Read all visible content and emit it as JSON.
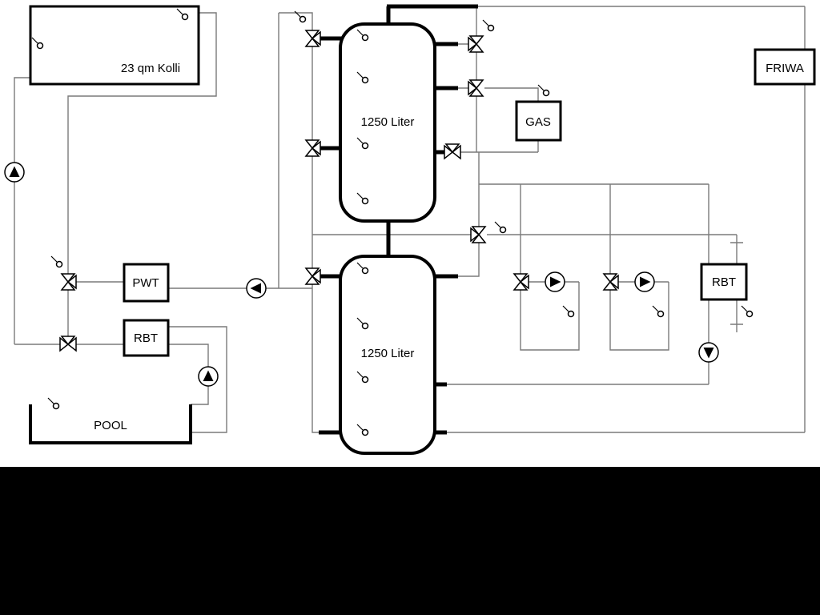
{
  "diagram": {
    "collector_label": "23 qm Kolli",
    "tank_top_label": "1250 Liter",
    "tank_bottom_label": "1250 Liter",
    "gas_label": "GAS",
    "friwa_label": "FRIWA",
    "pwt_label": "PWT",
    "rbt_left_label": "RBT",
    "rbt_right_label": "RBT",
    "pool_label": "POOL"
  },
  "icons": {
    "pump": "circle with solid triangle showing flow direction",
    "three_way_valve": "two hollow triangles apex-to-apex with branch triangle",
    "temperature_sensor": "small circle with stem"
  },
  "colors": {
    "pipe": "#7a7a7a",
    "component_outline": "#000000",
    "background": "#ffffff",
    "letterbox": "#000000"
  }
}
